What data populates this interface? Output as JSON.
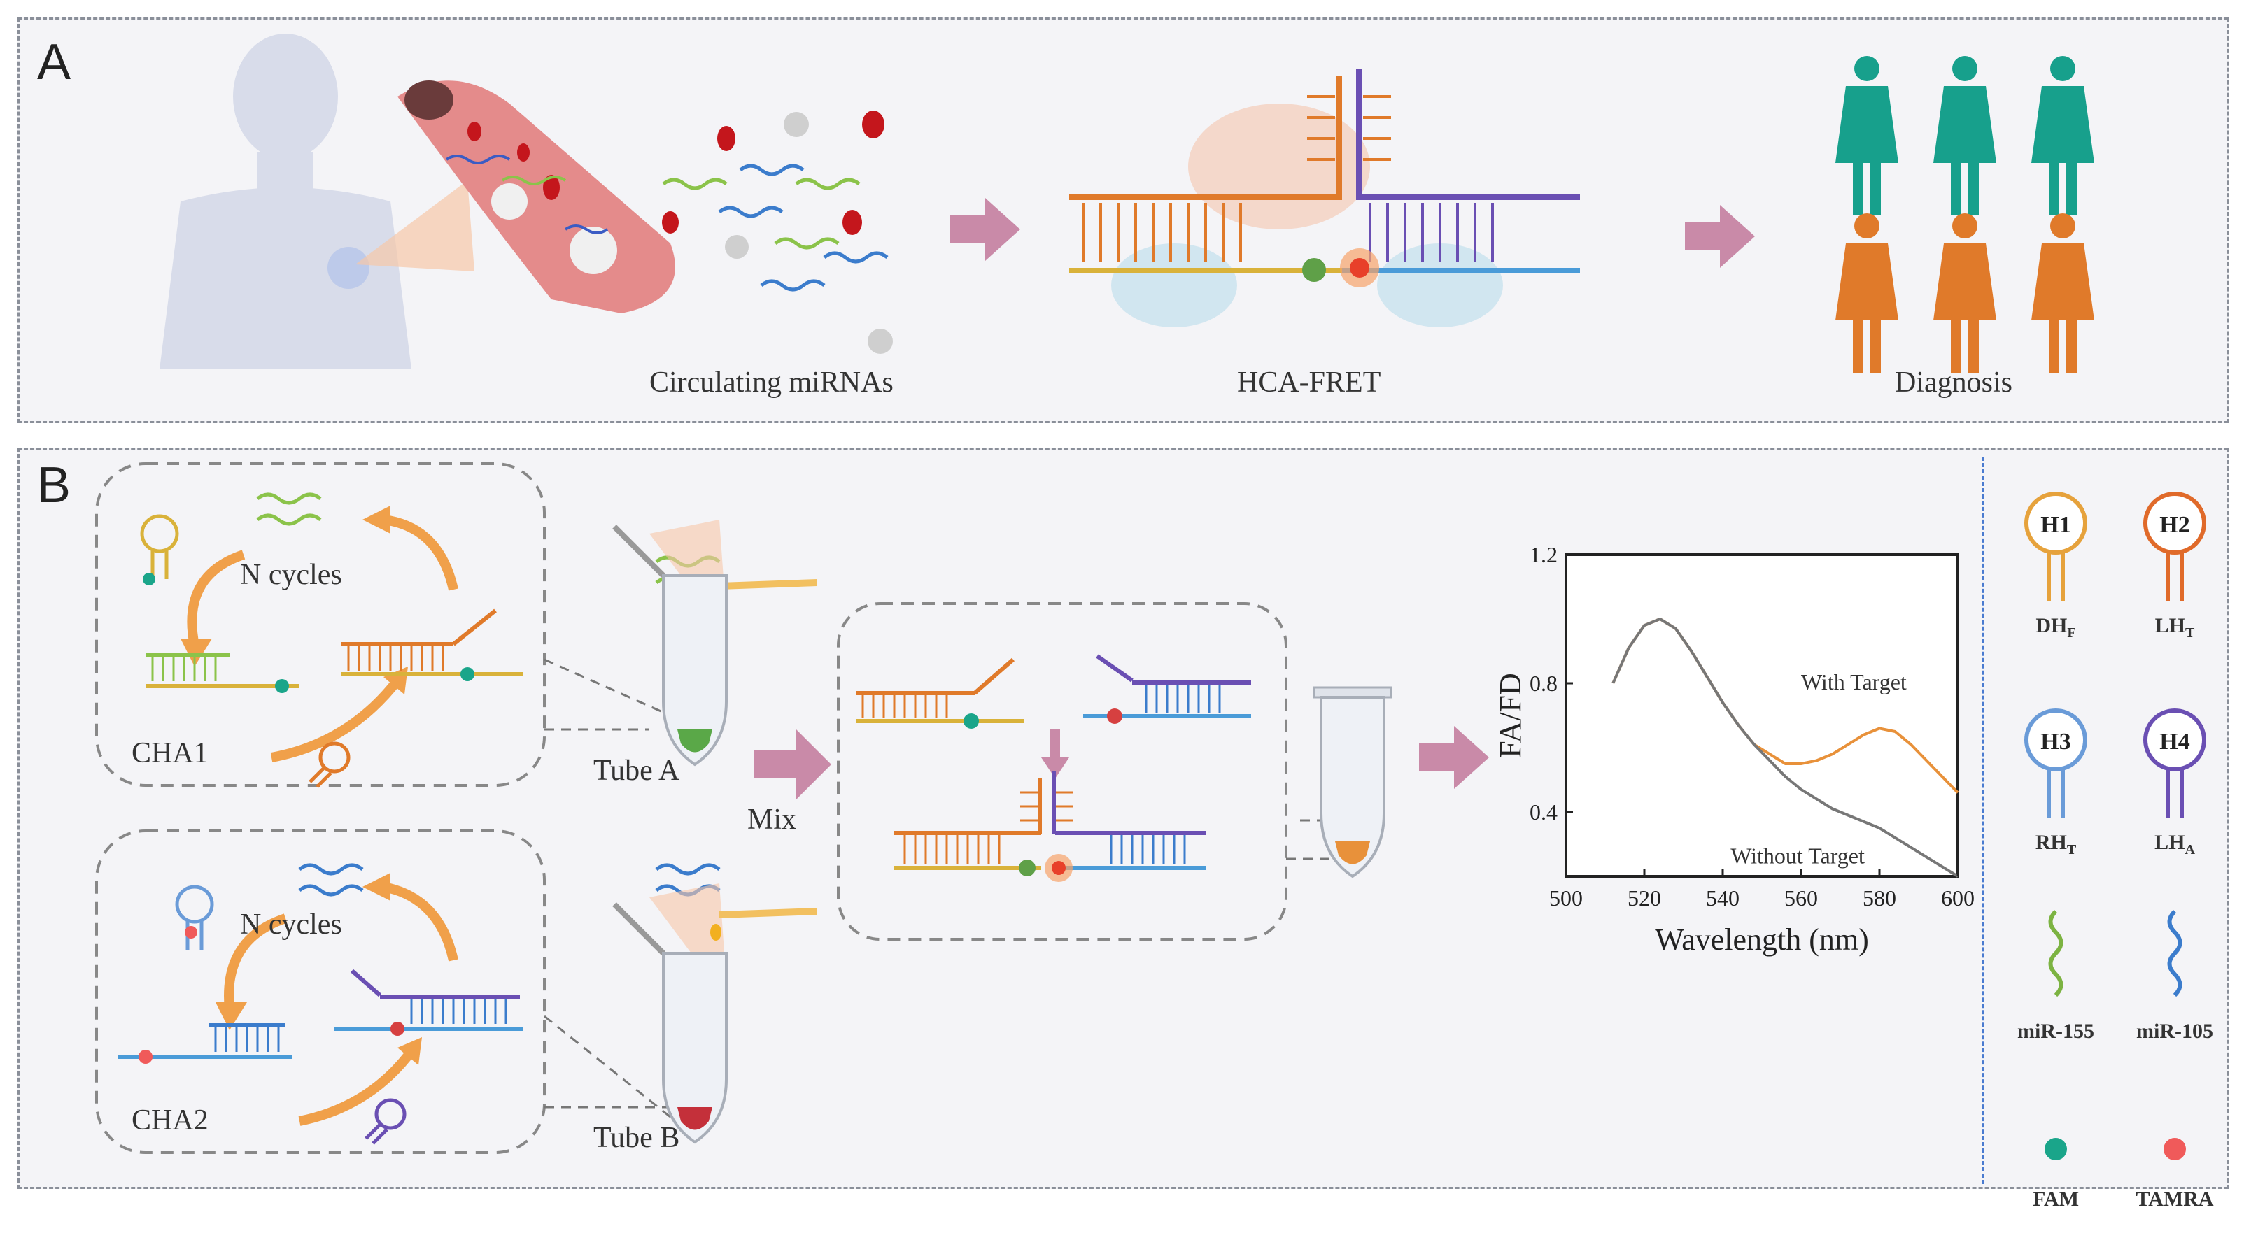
{
  "panel_a": {
    "label": "A",
    "captions": {
      "circulating": "Circulating  miRNAs",
      "hca": "HCA-FRET",
      "diagnosis": "Diagnosis"
    }
  },
  "panel_b": {
    "label": "B",
    "cha1": {
      "label": "CHA1",
      "cycles": "N cycles"
    },
    "cha2": {
      "label": "CHA2",
      "cycles": "N cycles"
    },
    "tube_a": "Tube A",
    "tube_b": "Tube B",
    "mix": "Mix"
  },
  "chart_data": {
    "type": "line",
    "xlabel": "Wavelength (nm)",
    "ylabel": "FA/FD",
    "xlim": [
      500,
      600
    ],
    "ylim": [
      0.2,
      1.2
    ],
    "xticks": [
      "500",
      "520",
      "540",
      "560",
      "580",
      "600"
    ],
    "yticks": [
      "0.4",
      "0.8",
      "1.2"
    ],
    "annotations": [
      "With Target",
      "Without Target"
    ],
    "series": [
      {
        "color": "#e8913a",
        "x": [
          512,
          516,
          520,
          524,
          528,
          532,
          536,
          540,
          544,
          548,
          552,
          556,
          560,
          564,
          568,
          572,
          576,
          580,
          584,
          588,
          592,
          596,
          600
        ],
        "y": [
          0.8,
          0.91,
          0.98,
          1.0,
          0.97,
          0.9,
          0.82,
          0.74,
          0.67,
          0.61,
          0.58,
          0.55,
          0.55,
          0.56,
          0.58,
          0.61,
          0.64,
          0.66,
          0.65,
          0.61,
          0.56,
          0.51,
          0.46
        ]
      },
      {
        "color": "#777777",
        "x": [
          512,
          516,
          520,
          524,
          528,
          532,
          536,
          540,
          544,
          548,
          552,
          556,
          560,
          564,
          568,
          572,
          576,
          580,
          584,
          588,
          592,
          596,
          600
        ],
        "y": [
          0.8,
          0.91,
          0.98,
          1.0,
          0.97,
          0.9,
          0.82,
          0.74,
          0.67,
          0.61,
          0.56,
          0.51,
          0.47,
          0.44,
          0.41,
          0.39,
          0.37,
          0.35,
          0.32,
          0.29,
          0.26,
          0.23,
          0.2
        ]
      }
    ]
  },
  "legend": [
    {
      "icon": "H1",
      "label": "DHF",
      "sub": "F",
      "base": "DH",
      "color": "#e6a23c"
    },
    {
      "icon": "H2",
      "label": "LHT",
      "sub": "T",
      "base": "LH",
      "color": "#e06a2a"
    },
    {
      "icon": "H3",
      "label": "RHT",
      "sub": "T",
      "base": "RH",
      "color": "#6a9bd8"
    },
    {
      "icon": "H4",
      "label": "LHA",
      "sub": "A",
      "base": "LH",
      "color": "#6a4fb3"
    },
    {
      "icon": "green-wave",
      "label": "miR-155",
      "color": "#7cb342"
    },
    {
      "icon": "blue-wave",
      "label": "miR-105",
      "color": "#3b7ccc"
    },
    {
      "icon": "green-dot",
      "label": "FAM",
      "color": "#1aa58a"
    },
    {
      "icon": "red-dot",
      "label": "TAMRA",
      "color": "#f05a5a"
    }
  ],
  "colors": {
    "teal": "#17a08c",
    "orange_person": "#e07a2a",
    "arrow": "#c98aa8",
    "orange_strand": "#e07a2a",
    "purple_strand": "#6a4fb3",
    "blue_strand": "#4a9bd8",
    "yellow_strand": "#d9b23a",
    "green_strand": "#8bc34a"
  }
}
